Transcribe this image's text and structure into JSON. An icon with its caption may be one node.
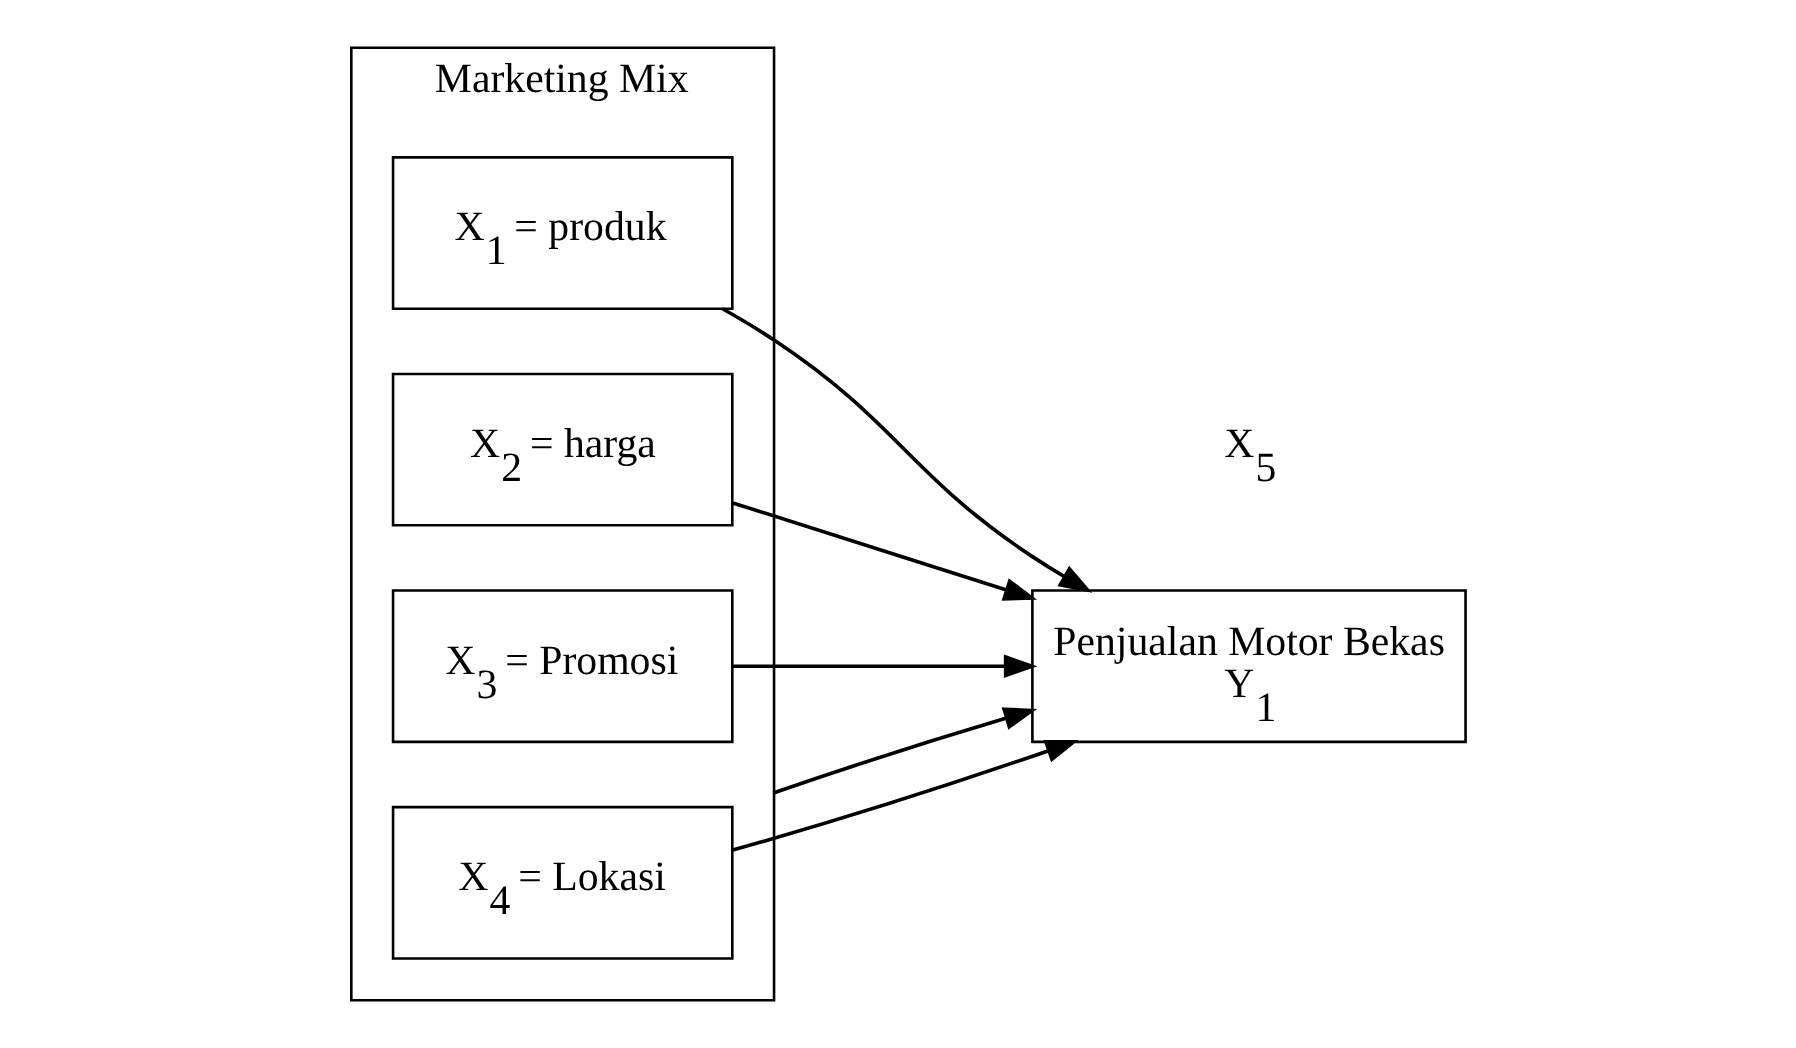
{
  "diagram": {
    "nodes": [
      {
        "text": [
          "Marketing Mix"
        ]
      },
      {
        "text": [
          "X$_{1}$ = produk"
        ],
        "in": 0
      },
      {
        "text": [
          "X$_{2}$ = harga"
        ],
        "in": 0
      },
      {
        "text": [
          "X$_{3}$ = Promosi"
        ],
        "in": 0
      },
      {
        "text": [
          "X$_{4}$ = Lokasi"
        ],
        "in": 0
      },
      {
        "text": [
          "Penjualan Motor Bekas",
          "Y$_{1}$"
        ]
      }
    ],
    "edges": [
      {
        "from": 1,
        "to": 5,
        "arrow": "to"
      },
      {
        "from": 2,
        "to": 5,
        "arrow": "to"
      },
      {
        "from": 3,
        "to": 5,
        "arrow": "to"
      },
      {
        "from": 4,
        "to": 5,
        "arrow": "to"
      },
      {
        "from": 0,
        "to": 5,
        "arrow": "to"
      }
    ],
    "labels": [
      "X$_{5}$"
    ]
  }
}
